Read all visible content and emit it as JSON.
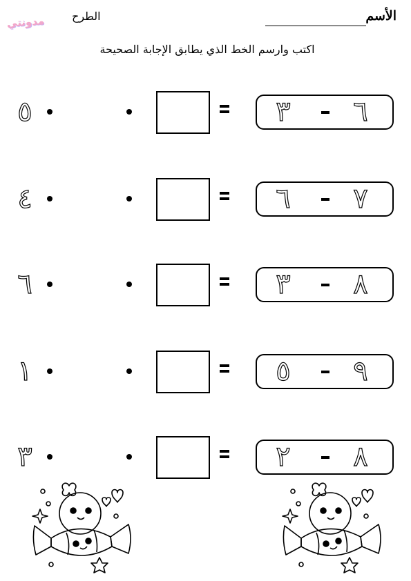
{
  "header": {
    "logo": "مدونتي",
    "subject": "الطرح",
    "name_label": "الأسم"
  },
  "instruction": "اكتب وارسم الخط الذي يطابق الإجابة الصحيحة",
  "rows": [
    {
      "a": "٦",
      "b": "٣",
      "answer": "٥"
    },
    {
      "a": "٧",
      "b": "٦",
      "answer": "٤"
    },
    {
      "a": "٨",
      "b": "٣",
      "answer": "٦"
    },
    {
      "a": "٩",
      "b": "٥",
      "answer": "١"
    },
    {
      "a": "٨",
      "b": "٢",
      "answer": "٣"
    }
  ]
}
